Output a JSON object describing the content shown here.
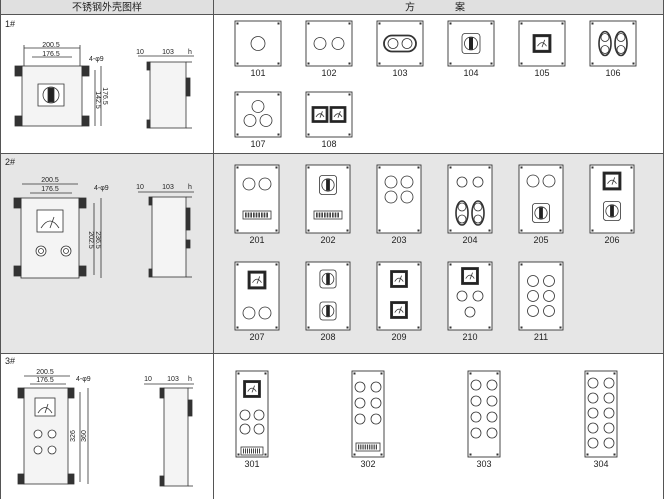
{
  "header": {
    "left": "不锈钢外壳图样",
    "right_1": "方",
    "right_2": "案"
  },
  "rows": [
    {
      "id": "1#",
      "dims": {
        "width": "200.5",
        "inner_width": "176.5",
        "holes": "4-φ9",
        "height_inner": "142.5",
        "height_outer": "176.5",
        "depth_left": "10",
        "depth": "103",
        "depth_right": "h"
      },
      "schemes": [
        {
          "label": "101"
        },
        {
          "label": "102"
        },
        {
          "label": "103"
        },
        {
          "label": "104"
        },
        {
          "label": "105"
        },
        {
          "label": "106"
        },
        {
          "label": "107"
        },
        {
          "label": "108"
        }
      ]
    },
    {
      "id": "2#",
      "dims": {
        "width": "200.5",
        "inner_width": "176.5",
        "holes": "4-φ9",
        "height_inner": "202.5",
        "height_outer": "236.5",
        "depth_left": "10",
        "depth": "103",
        "depth_right": "h"
      },
      "schemes": [
        {
          "label": "201"
        },
        {
          "label": "202"
        },
        {
          "label": "203"
        },
        {
          "label": "204"
        },
        {
          "label": "205"
        },
        {
          "label": "206"
        },
        {
          "label": "207"
        },
        {
          "label": "208"
        },
        {
          "label": "209"
        },
        {
          "label": "210"
        },
        {
          "label": "211"
        }
      ]
    },
    {
      "id": "3#",
      "dims": {
        "width": "200.5",
        "inner_width": "176.5",
        "holes": "4-φ9",
        "height_inner": "326",
        "height_outer": "360",
        "depth_left": "10",
        "depth": "103",
        "depth_right": "h"
      },
      "schemes": [
        {
          "label": "301"
        },
        {
          "label": "302"
        },
        {
          "label": "303"
        },
        {
          "label": "304"
        }
      ]
    }
  ]
}
